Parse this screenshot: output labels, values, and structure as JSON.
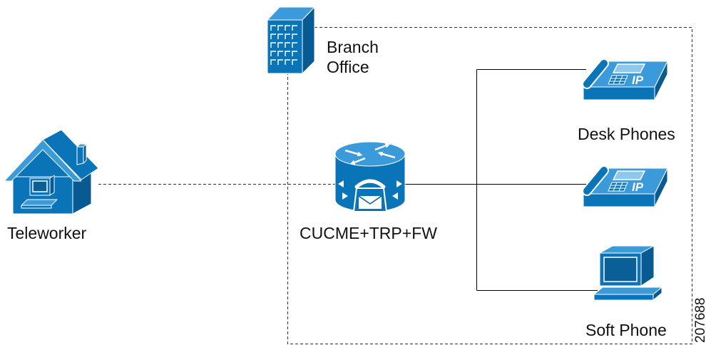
{
  "diagram": {
    "branch_office": {
      "icon": "building-icon",
      "label_line1": "Branch",
      "label_line2": "Office"
    },
    "teleworker": {
      "icon": "house-icon",
      "label": "Teleworker"
    },
    "router": {
      "icon": "voice-router-icon",
      "label": "CUCME+TRP+FW"
    },
    "desk_phones": {
      "icon": "ip-phone-icon",
      "label": "Desk Phones",
      "badge": "IP"
    },
    "soft_phone": {
      "icon": "computer-icon",
      "label": "Soft Phone"
    }
  },
  "figure_id": "207688",
  "colors": {
    "icon_blue": "#0a74b8",
    "icon_light": "#3b9ad9",
    "icon_dark": "#075a92",
    "icon_screen": "#0a5f99",
    "line": "#000000"
  }
}
